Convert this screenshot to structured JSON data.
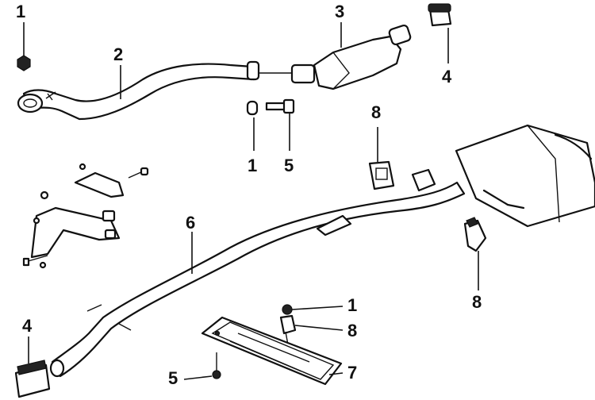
{
  "callouts": {
    "c1_top_left": "1",
    "c2": "2",
    "c3": "3",
    "c4_top": "4",
    "c1_mid": "1",
    "c5_mid": "5",
    "c8_top": "8",
    "c6": "6",
    "c8_right": "8",
    "c1_lower": "1",
    "c8_lower": "8",
    "c4_bottom": "4",
    "c5_bottom": "5",
    "c7": "7"
  },
  "colors": {
    "ink": "#111111",
    "background": "#ffffff"
  }
}
